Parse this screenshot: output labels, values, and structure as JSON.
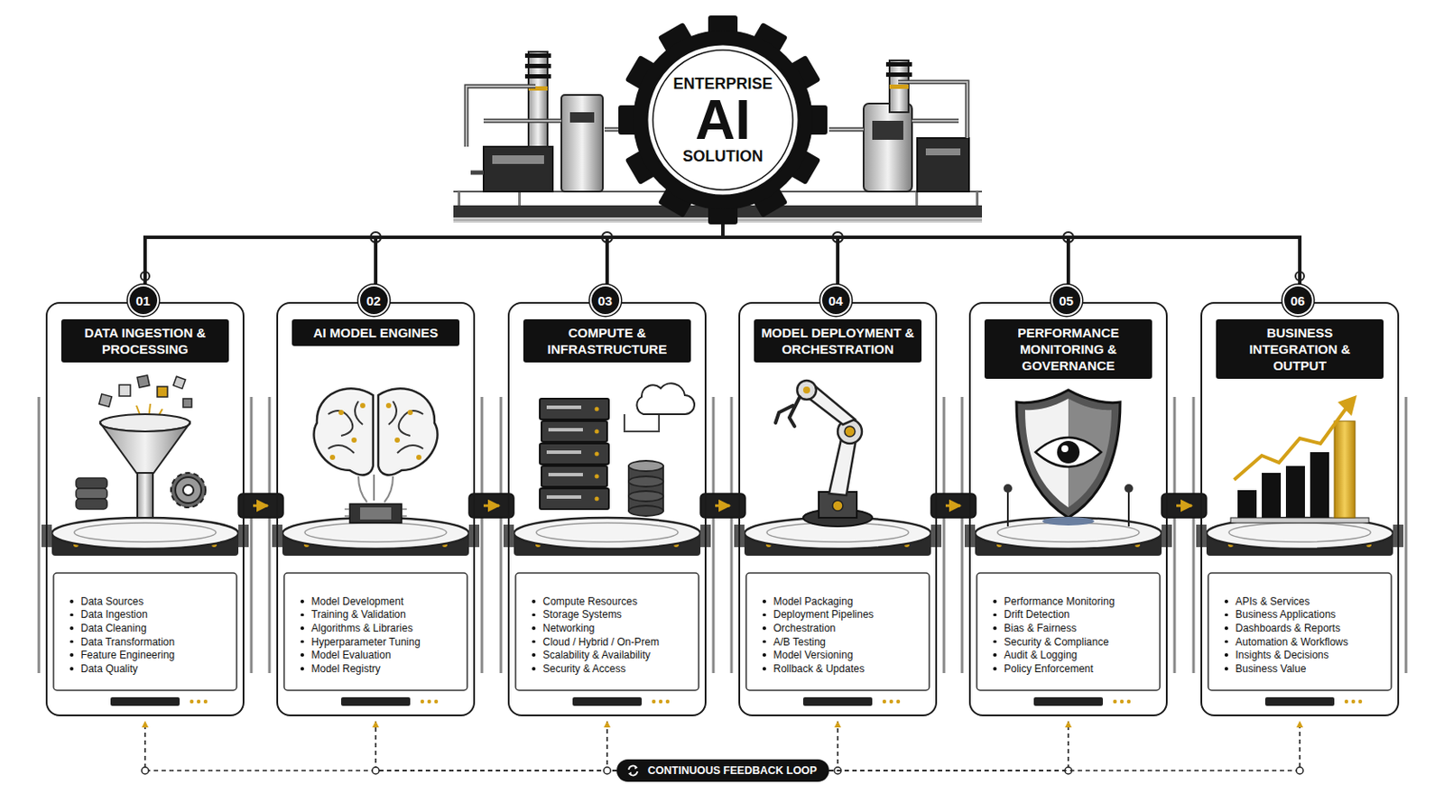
{
  "diagram": {
    "nodes": [
      {
        "text": [
          "ENTERPRISE",
          "AI",
          "SOLUTION"
        ]
      },
      {
        "text": [
          "DATA INGESTION & PROCESSING",
          "Data Sources",
          "Data Ingestion",
          "Data Cleaning",
          "Data Transformation",
          "Feature Engineering",
          "Data Quality"
        ]
      },
      {
        "text": [
          "01"
        ],
        "in": 1
      },
      {
        "text": [
          "AI MODEL ENGINES",
          "Model Development",
          "Training & Validation",
          "Algorithms & Libraries",
          "Hyperparameter Tuning",
          "Model Evaluation",
          "Model Registry"
        ]
      },
      {
        "text": [
          "02"
        ],
        "in": 3
      },
      {
        "text": [
          "COMPUTE & INFRASTRUCTURE",
          "Compute Resources",
          "Storage Systems",
          "Networking",
          "Cloud / Hybrid / On-Prem",
          "Scalability & Availability",
          "Security & Access"
        ]
      },
      {
        "text": [
          "03"
        ],
        "in": 5
      },
      {
        "text": [
          "MODEL DEPLOYMENT & ORCHESTRATION",
          "Model Packaging",
          "Deployment Pipelines",
          "Orchestration",
          "A/B Testing",
          "Model Versioning",
          "Rollback & Updates"
        ]
      },
      {
        "text": [
          "04"
        ],
        "in": 7
      },
      {
        "text": [
          "PERFORMANCE MONITORING & GOVERNANCE",
          "Performance Monitoring",
          "Drift Detection",
          "Bias & Fairness",
          "Security & Compliance",
          "Audit & Logging",
          "Policy Enforcement"
        ]
      },
      {
        "text": [
          "05"
        ],
        "in": 9
      },
      {
        "text": [
          "BUSINESS INTEGRATION & OUTPUT",
          "APIs & Services",
          "Business Applications",
          "Dashboards & Reports",
          "Automation & Workflows",
          "Insights & Decisions",
          "Business Value"
        ]
      },
      {
        "text": [
          "06"
        ],
        "in": 11
      },
      {
        "text": [
          "CONTINUOUS FEEDBACK LOOP"
        ]
      }
    ],
    "edges": [
      {
        "from": 0,
        "to": 1,
        "arrow": "none"
      },
      {
        "from": 0,
        "to": 3,
        "arrow": "none"
      },
      {
        "from": 0,
        "to": 5,
        "arrow": "none"
      },
      {
        "from": 0,
        "to": 7,
        "arrow": "none"
      },
      {
        "from": 0,
        "to": 9,
        "arrow": "none"
      },
      {
        "from": 0,
        "to": 11,
        "arrow": "none"
      },
      {
        "from": 1,
        "to": 3,
        "arrow": "to"
      },
      {
        "from": 3,
        "to": 5,
        "arrow": "to"
      },
      {
        "from": 5,
        "to": 7,
        "arrow": "to"
      },
      {
        "from": 7,
        "to": 9,
        "arrow": "to"
      },
      {
        "from": 9,
        "to": 11,
        "arrow": "to"
      },
      {
        "from": 13,
        "to": 1,
        "arrow": "to"
      },
      {
        "from": 13,
        "to": 3,
        "arrow": "to"
      },
      {
        "from": 13,
        "to": 5,
        "arrow": "to"
      },
      {
        "from": 13,
        "to": 7,
        "arrow": "to"
      },
      {
        "from": 13,
        "to": 9,
        "arrow": "to"
      },
      {
        "from": 13,
        "to": 11,
        "arrow": "to"
      }
    ]
  }
}
